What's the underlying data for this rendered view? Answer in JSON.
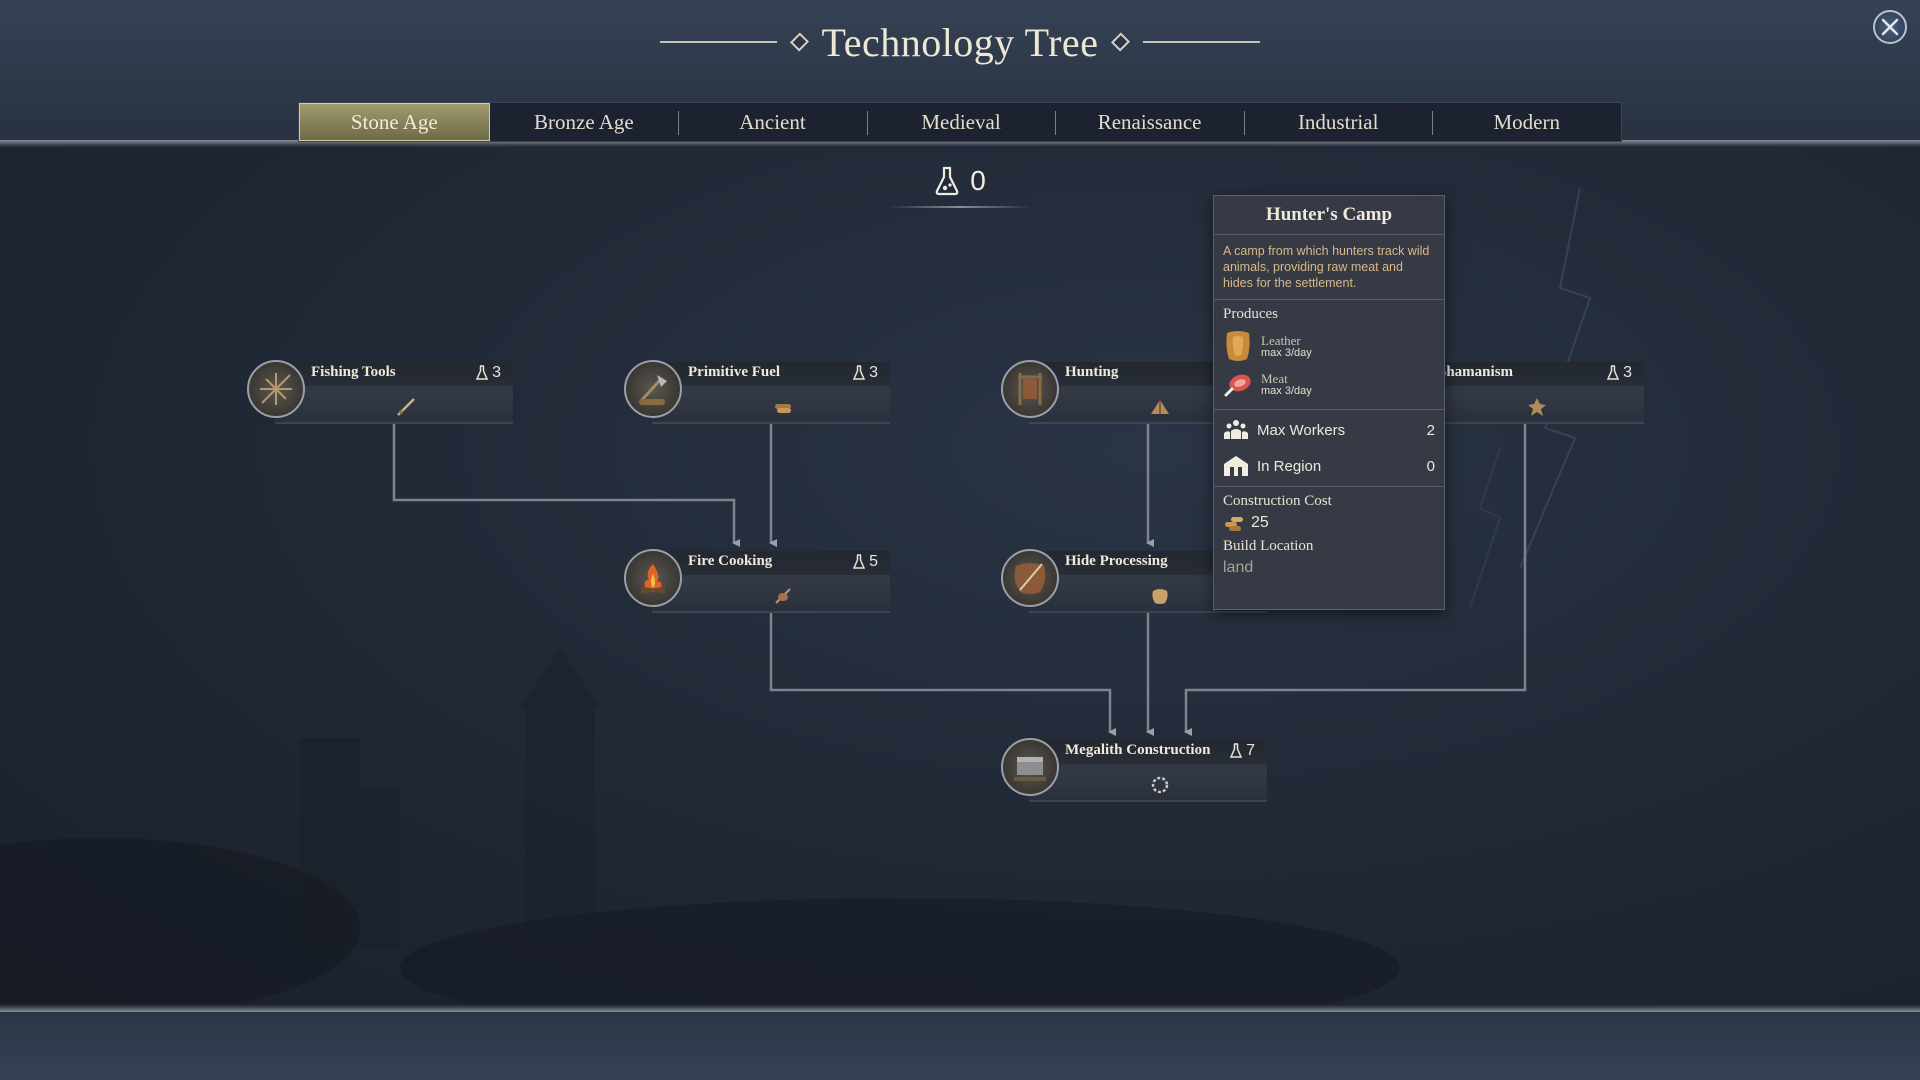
{
  "header": {
    "title": "Technology Tree"
  },
  "tabs": [
    {
      "label": "Stone Age",
      "active": true
    },
    {
      "label": "Bronze Age",
      "active": false
    },
    {
      "label": "Ancient",
      "active": false
    },
    {
      "label": "Medieval",
      "active": false
    },
    {
      "label": "Renaissance",
      "active": false
    },
    {
      "label": "Industrial",
      "active": false
    },
    {
      "label": "Modern",
      "active": false
    }
  ],
  "research": {
    "points": "0",
    "icon": "flask-icon"
  },
  "nodes": {
    "fishing_tools": {
      "name": "Fishing Tools",
      "cost": "3",
      "icon": "fishing-net-icon",
      "unlock_icon": "fishing-rod-icon"
    },
    "primitive_fuel": {
      "name": "Primitive Fuel",
      "cost": "3",
      "icon": "wood-axe-icon",
      "unlock_icon": "logs-icon"
    },
    "hunting": {
      "name": "Hunting",
      "cost": "",
      "icon": "drying-rack-icon",
      "unlock_icon": "hunters-camp-icon"
    },
    "shamanism": {
      "name": "Shamanism",
      "cost": "3",
      "icon": "shaman-icon",
      "unlock_icon": "totem-icon"
    },
    "fire_cooking": {
      "name": "Fire Cooking",
      "cost": "5",
      "icon": "campfire-icon",
      "unlock_icon": "cooking-icon"
    },
    "hide_processing": {
      "name": "Hide Processing",
      "cost": "",
      "icon": "hide-scraper-icon",
      "unlock_icon": "hide-icon"
    },
    "megalith_construction": {
      "name": "Megalith Construction",
      "cost": "7",
      "icon": "stone-block-icon",
      "unlock_icon": "stone-circle-icon"
    }
  },
  "tooltip": {
    "title": "Hunter's Camp",
    "description": "A camp from which hunters track wild animals, providing raw meat and hides for the settlement.",
    "produces_heading": "Produces",
    "produces": [
      {
        "name": "Leather",
        "rate": "max 3/day",
        "icon": "leather-icon"
      },
      {
        "name": "Meat",
        "rate": "max 3/day",
        "icon": "meat-icon"
      }
    ],
    "max_workers_label": "Max Workers",
    "max_workers_value": "2",
    "in_region_label": "In Region",
    "in_region_value": "0",
    "construction_cost_heading": "Construction Cost",
    "construction_cost_value": "25",
    "build_location_heading": "Build Location",
    "build_location_value": "land"
  },
  "colors": {
    "accent_tab": "#8c8759",
    "leather_text": "#d7b98a",
    "connector": "#7d838d"
  }
}
